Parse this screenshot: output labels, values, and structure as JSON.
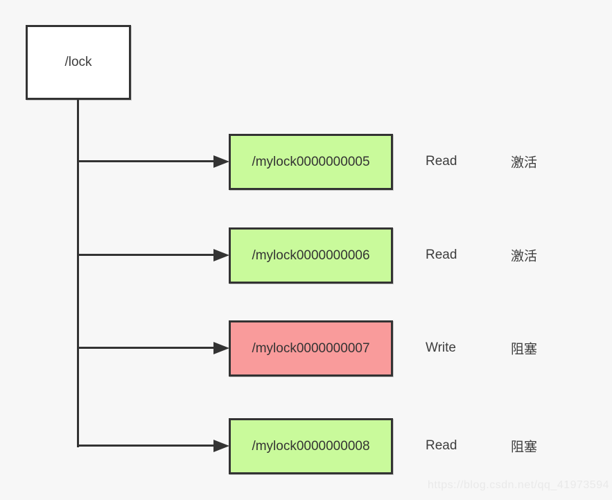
{
  "diagram": {
    "root": {
      "label": "/lock",
      "fill": "#ffffff"
    },
    "nodes": [
      {
        "label": "/mylock0000000005",
        "action": "Read",
        "status": "激活",
        "state": "active",
        "fill": "#c9fa9b"
      },
      {
        "label": "/mylock0000000006",
        "action": "Read",
        "status": "激活",
        "state": "active",
        "fill": "#c9fa9b"
      },
      {
        "label": "/mylock0000000007",
        "action": "Write",
        "status": "阻塞",
        "state": "blocked",
        "fill": "#f99b9b"
      },
      {
        "label": "/mylock0000000008",
        "action": "Read",
        "status": "阻塞",
        "state": "blocked",
        "fill": "#c9fa9b"
      }
    ],
    "colors": {
      "line": "#333333",
      "background": "#f7f7f7",
      "node_green": "#c9fa9b",
      "node_red": "#f99b9b",
      "text": "#3d3d3d"
    }
  },
  "watermark": {
    "text": "https://blog.csdn.net/qq_41973594",
    "color": "#e9e9e9"
  }
}
